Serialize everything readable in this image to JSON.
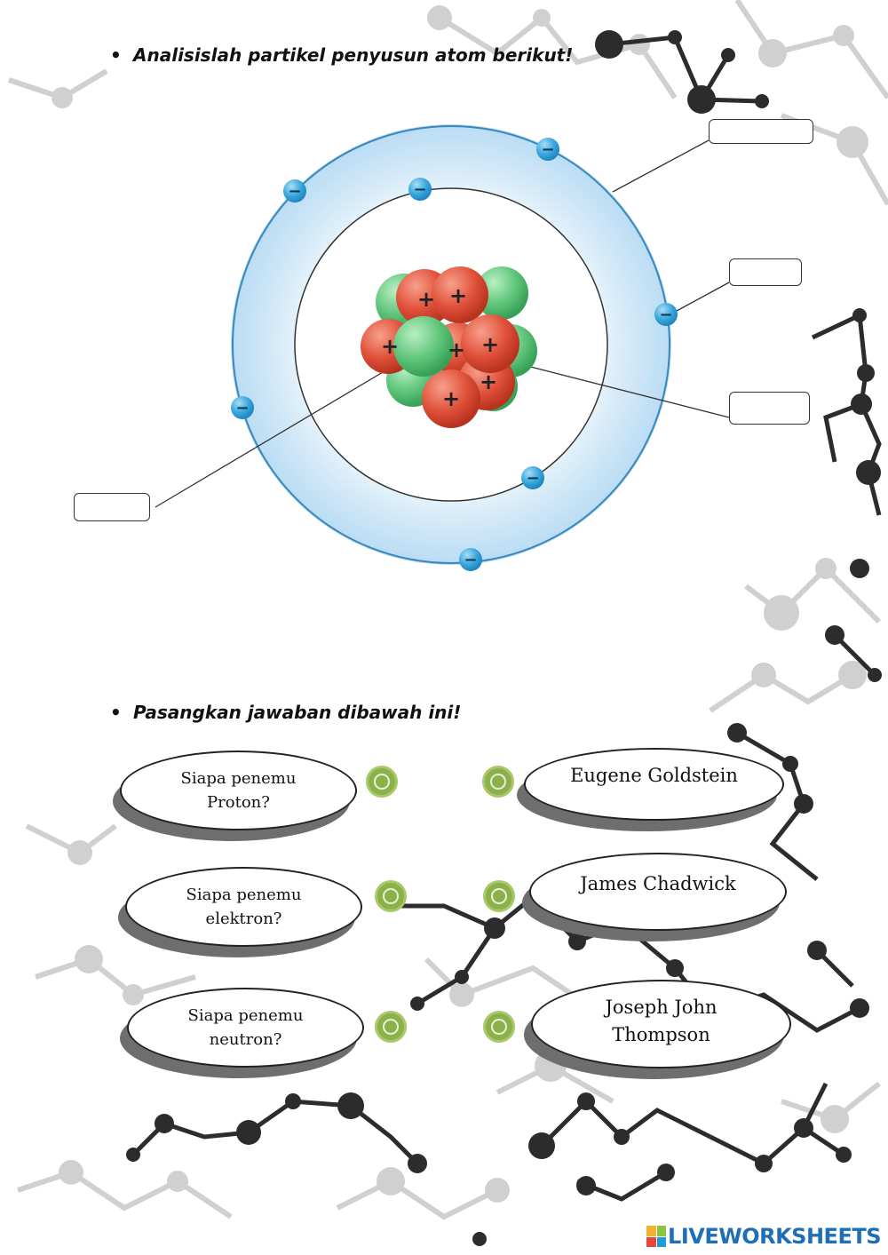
{
  "instructions": {
    "heading_1": "Analisislah partikel penyusun atom berikut!",
    "heading_2": "Pasangkan jawaban dibawah ini!",
    "bullet": "•"
  },
  "atom_labels": {
    "box_1": "",
    "box_2": "",
    "box_3": "",
    "box_4": ""
  },
  "atom_symbols": {
    "electron": "−",
    "proton": "+"
  },
  "questions": [
    {
      "line1": "Siapa penemu",
      "line2": "Proton?"
    },
    {
      "line1": "Siapa penemu",
      "line2": "elektron?"
    },
    {
      "line1": "Siapa penemu",
      "line2": "neutron?"
    }
  ],
  "answers": [
    {
      "line1": "Eugene Goldstein",
      "line2": ""
    },
    {
      "line1": "James Chadwick",
      "line2": ""
    },
    {
      "line1": "Joseph John",
      "line2": "Thompson"
    }
  ],
  "colors": {
    "electron": "#39a7de",
    "proton": "#e0503a",
    "neutron": "#5fc57a",
    "orbit_glow": "#c9e4f6",
    "match_dot": "#8cb04a",
    "brand": "#1f6fb5"
  },
  "brand": {
    "name": "LIVEWORKSHEETS"
  }
}
